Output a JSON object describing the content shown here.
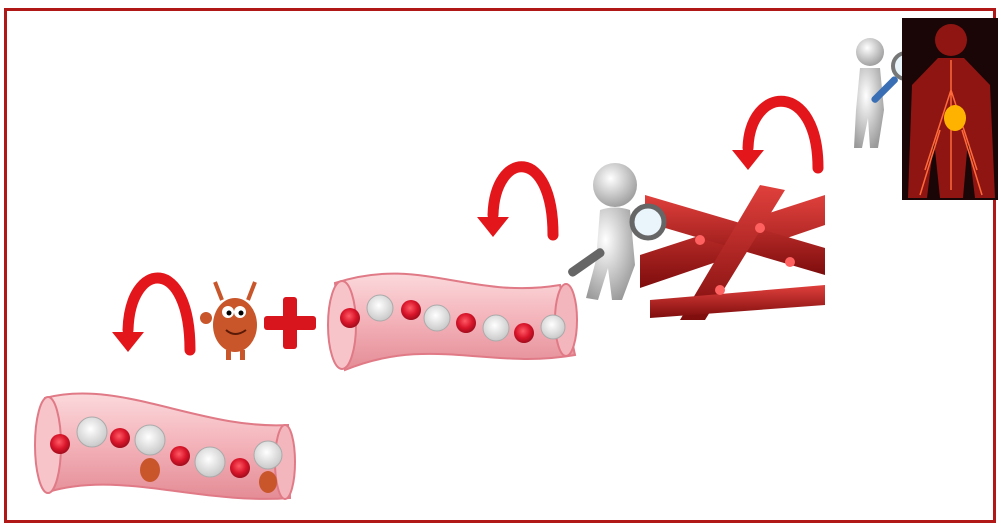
{
  "scene": {
    "frame_color": "#b01818",
    "arrow_color": "#e3171b",
    "vessel_color": "#f3b1b8",
    "rbc_color": "#d9152a",
    "wbc_color": "#f2f2f2",
    "germ_color": "#c8562a",
    "plus_color": "#d8141c",
    "figure_color": "#d9d9d9",
    "body_color": "#8e1512",
    "elements": [
      {
        "name": "loop-arrow-1",
        "icon": "u-turn-arrow"
      },
      {
        "name": "germ-mascot",
        "icon": "bacterium-thumbs-up"
      },
      {
        "name": "plus-sign",
        "icon": "plus"
      },
      {
        "name": "vessel-with-cells",
        "icon": "blood-vessel"
      },
      {
        "name": "loop-arrow-2",
        "icon": "u-turn-arrow"
      },
      {
        "name": "investigator-figure",
        "icon": "figure-with-magnifier"
      },
      {
        "name": "capillary-network",
        "icon": "blood-vessels"
      },
      {
        "name": "loop-arrow-3",
        "icon": "u-turn-arrow"
      },
      {
        "name": "body-examiner",
        "icon": "figure-with-magnifier"
      },
      {
        "name": "circulatory-body",
        "icon": "human-circulatory-system"
      },
      {
        "name": "infected-vessel",
        "icon": "blood-vessel-with-germs"
      }
    ]
  }
}
